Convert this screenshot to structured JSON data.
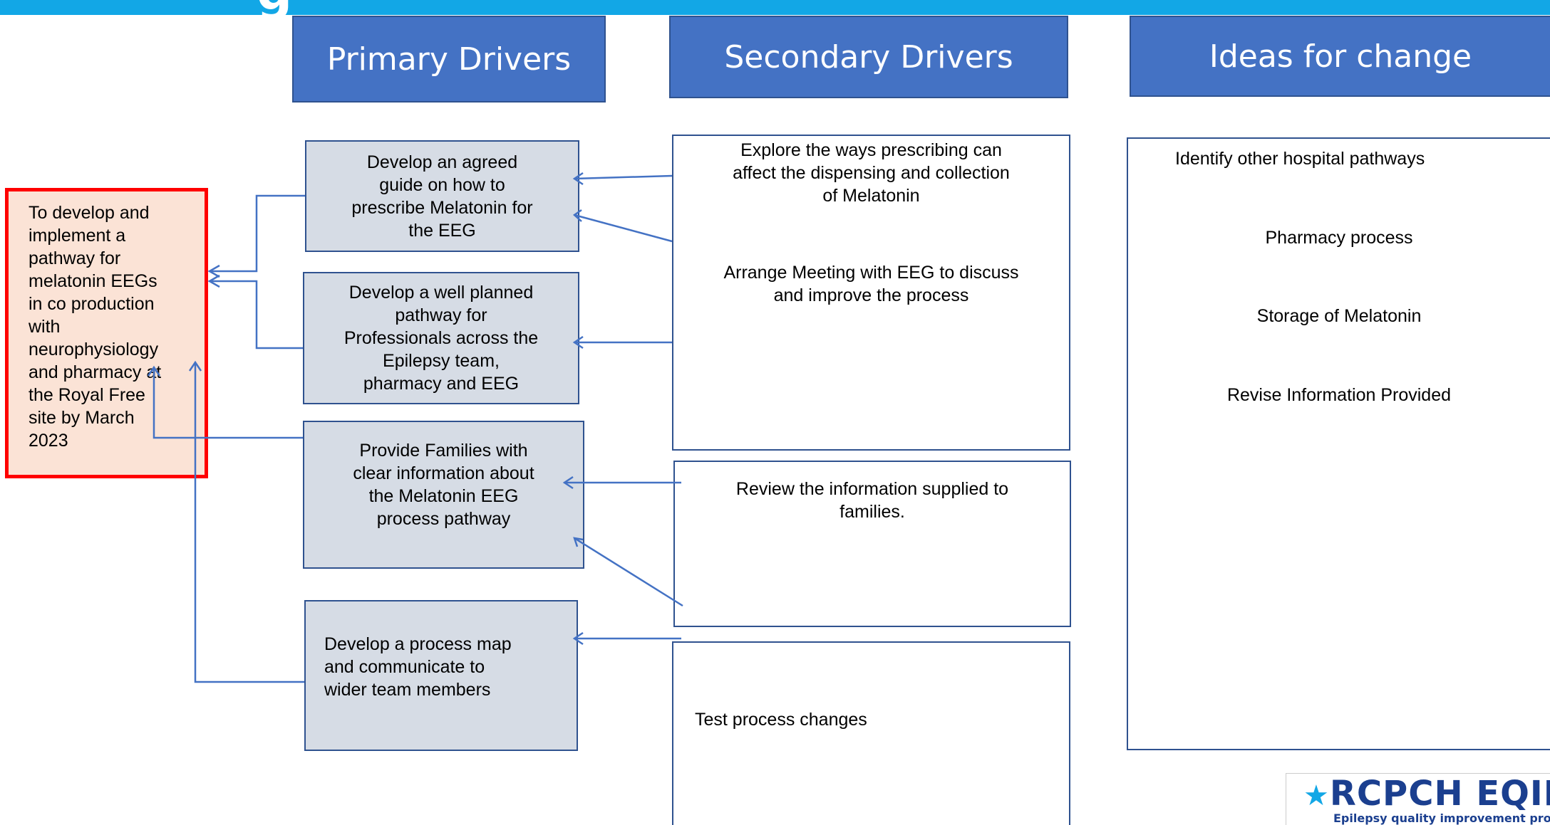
{
  "banner": {
    "title": "g"
  },
  "headers": {
    "primary": "Primary Drivers",
    "secondary": "Secondary Drivers",
    "ideas": "Ideas for change"
  },
  "aim": {
    "lines": [
      "To develop and",
      "implement a",
      "pathway for",
      "melatonin EEGs",
      "in co production",
      "with",
      "neurophysiology",
      "and pharmacy at",
      "the Royal Free",
      "site by March",
      "2023"
    ]
  },
  "primary_drivers": [
    {
      "lines": [
        "Develop an agreed",
        "guide on how to",
        "prescribe Melatonin for",
        "the EEG"
      ]
    },
    {
      "lines": [
        "Develop a well planned",
        "pathway for",
        "Professionals across the",
        "Epilepsy team,",
        "pharmacy and EEG"
      ]
    },
    {
      "lines": [
        "Provide Families with",
        "clear information about",
        "the Melatonin EEG",
        "process pathway"
      ]
    },
    {
      "lines": [
        "Develop a process map",
        "and communicate to",
        "wider team members"
      ]
    }
  ],
  "secondary_drivers": {
    "box1": {
      "item1": [
        "Explore the ways prescribing can",
        "affect the dispensing and collection",
        "of Melatonin"
      ],
      "item2": [
        "Arrange Meeting with EEG to discuss",
        "and improve the process"
      ]
    },
    "box2": {
      "item1": [
        "Review the information supplied to",
        "families."
      ]
    },
    "box3": {
      "item1": [
        "Test process changes"
      ]
    }
  },
  "ideas": [
    "Identify other hospital pathways",
    "Pharmacy process",
    "Storage of Melatonin",
    "Revise Information Provided"
  ],
  "logo": {
    "main": "RCPCH EQIP",
    "subtitle": "Epilepsy quality improvement prog"
  },
  "colors": {
    "banner": "#12a7e6",
    "header_fill": "#4472c4",
    "primary_fill": "#d6dce5",
    "aim_fill": "#fbe3d6",
    "aim_border": "#ff0000",
    "connector": "#4472c4"
  }
}
